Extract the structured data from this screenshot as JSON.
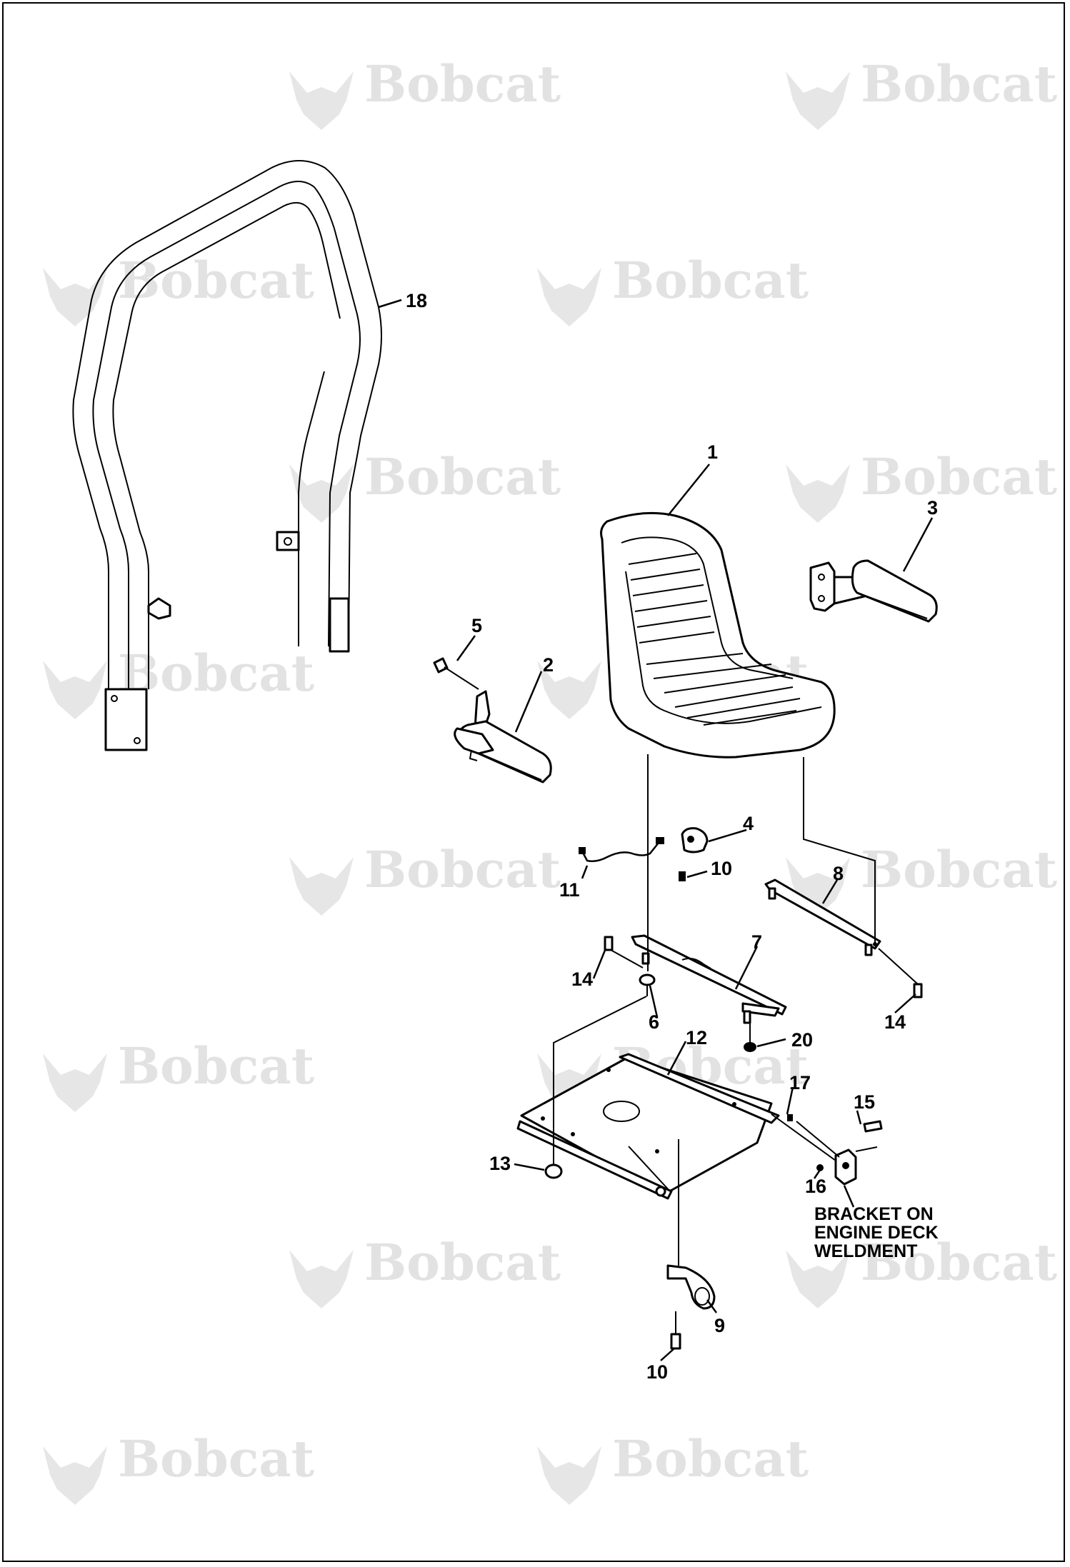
{
  "watermark": {
    "brand": "Bobcat",
    "registered": "®"
  },
  "callouts": [
    {
      "id": "1",
      "label": "1"
    },
    {
      "id": "2",
      "label": "2"
    },
    {
      "id": "3",
      "label": "3"
    },
    {
      "id": "4",
      "label": "4"
    },
    {
      "id": "5",
      "label": "5"
    },
    {
      "id": "6",
      "label": "6"
    },
    {
      "id": "7",
      "label": "7"
    },
    {
      "id": "8",
      "label": "8"
    },
    {
      "id": "9",
      "label": "9"
    },
    {
      "id": "10a",
      "label": "10"
    },
    {
      "id": "10b",
      "label": "10"
    },
    {
      "id": "11",
      "label": "11"
    },
    {
      "id": "12",
      "label": "12"
    },
    {
      "id": "13",
      "label": "13"
    },
    {
      "id": "14a",
      "label": "14"
    },
    {
      "id": "14b",
      "label": "14"
    },
    {
      "id": "15",
      "label": "15"
    },
    {
      "id": "16",
      "label": "16"
    },
    {
      "id": "17",
      "label": "17"
    },
    {
      "id": "18",
      "label": "18"
    },
    {
      "id": "20",
      "label": "20"
    }
  ],
  "note": {
    "line1": "BRACKET ON",
    "line2": "ENGINE DECK",
    "line3": "WELDMENT"
  }
}
